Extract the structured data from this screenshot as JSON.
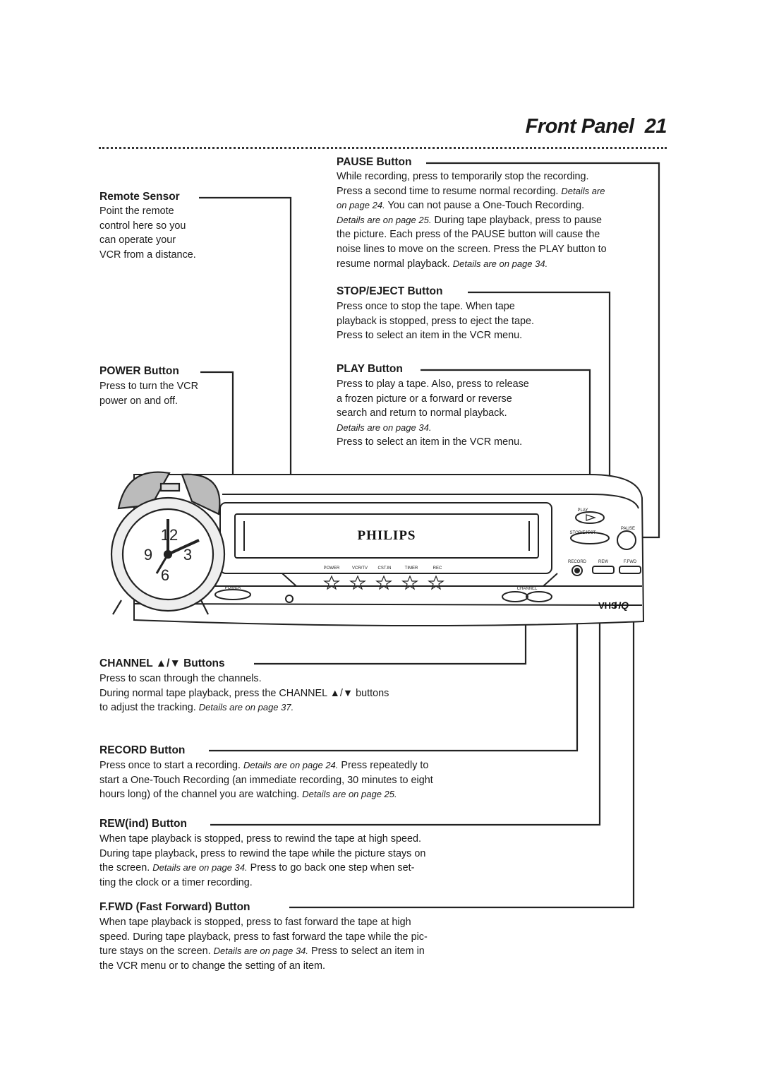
{
  "page": {
    "title": "Front Panel",
    "number": "21"
  },
  "remote_sensor": {
    "heading": "Remote Sensor",
    "lines": [
      "Point the remote",
      "control here so you",
      "can operate your",
      "VCR from a distance."
    ]
  },
  "power_button": {
    "heading": "POWER Button",
    "lines": [
      "Press to turn the VCR",
      "power on and off."
    ]
  },
  "pause_button": {
    "heading": "PAUSE Button",
    "line1": "While recording, press to temporarily stop the recording.",
    "line2": "Press a second time to resume normal recording.",
    "line2_ref": "Details are",
    "line3_ref": "on page 24.",
    "line3": "You can not pause a One-Touch Recording.",
    "line4_ref": "Details are on page 25.",
    "line4": "During tape playback, press to pause",
    "line5": "the picture. Each press of the PAUSE button will cause the",
    "line6": "noise lines to move on the screen. Press the PLAY button to",
    "line7": "resume normal playback.",
    "line7_ref": "Details are on page 34."
  },
  "stop_eject_button": {
    "heading": "STOP/EJECT Button",
    "lines": [
      "Press once to stop the tape. When tape",
      "playback is stopped, press to eject the tape.",
      "Press to select an item in the VCR menu."
    ]
  },
  "play_button": {
    "heading": "PLAY Button",
    "lines": [
      "Press to play a tape. Also, press to release",
      "a frozen picture or a forward or reverse",
      "search and return to normal playback."
    ],
    "ref": "Details are on page 34.",
    "last": "Press to select an item in the VCR menu."
  },
  "channel_buttons": {
    "heading": "CHANNEL ▲/▼ Buttons",
    "line1": "Press to scan through the channels.",
    "line2": "During normal tape playback, press the CHANNEL ▲/▼ buttons",
    "line3": "to adjust the tracking.",
    "line3_ref": "Details are on page 37."
  },
  "record_button": {
    "heading": "RECORD Button",
    "line1": "Press once to start a recording.",
    "line1_ref": "Details are on page 24.",
    "line1_tail": "Press repeatedly to",
    "line2": "start a One-Touch Recording (an immediate recording, 30 minutes to eight",
    "line3": "hours long) of the channel you are watching.",
    "line3_ref": "Details are on page 25."
  },
  "rewind_button": {
    "heading": "REW(ind) Button",
    "line1": "When tape playback is stopped, press to rewind the tape at high speed.",
    "line2": "During tape playback, press to rewind the tape while the picture stays on",
    "line3": "the screen.",
    "line3_ref": "Details are on page 34.",
    "line3_tail": "Press to go back one step when set-",
    "line4": "ting the clock or a timer recording."
  },
  "ffwd_button": {
    "heading": "F.FWD (Fast Forward) Button",
    "line1": "When tape playback is stopped, press to fast forward the tape at high",
    "line2": "speed. During tape playback, press to fast forward the tape while the pic-",
    "line3": "ture stays on the screen.",
    "line3_ref": "Details are on page 34.",
    "line3_tail": "Press to select an item in",
    "line4": "the VCR menu or to change the setting of an item."
  },
  "vcr": {
    "brand": "PHILIPS",
    "labels": {
      "play": "PLAY",
      "stop_eject": "STOP/EJECT",
      "pause": "PAUSE",
      "record": "RECORD",
      "rew": "REW",
      "ffwd": "F.FWD",
      "power": "POWER",
      "channel": "CHANNEL",
      "indicators": [
        "POWER",
        "VCR/TV",
        "CST.IN",
        "TIMER",
        "REC"
      ],
      "vhs": "VHS",
      "hq": "HQ"
    },
    "clock_numbers": [
      "12",
      "3",
      "6",
      "9"
    ]
  }
}
